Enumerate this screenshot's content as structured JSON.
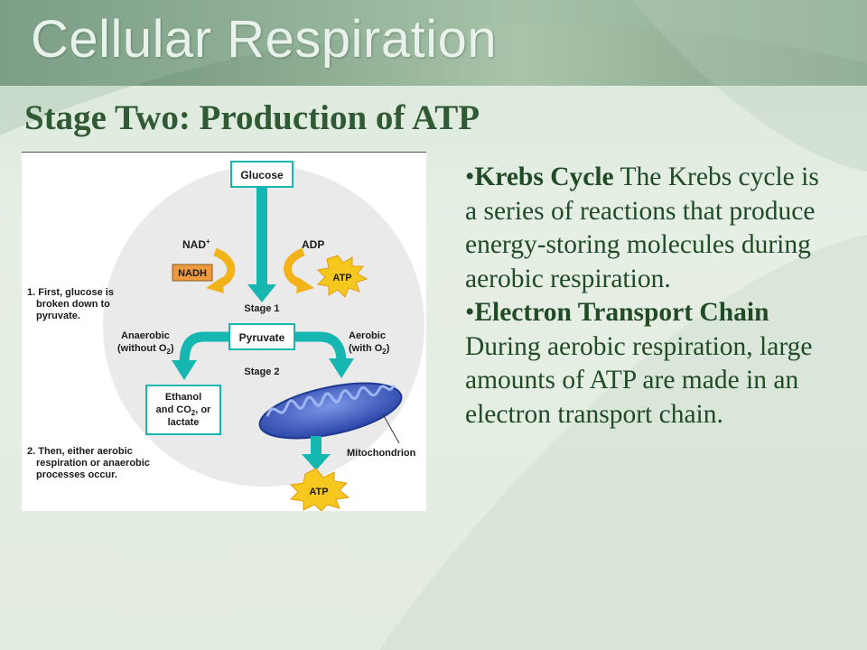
{
  "slide": {
    "title": "Cellular Respiration",
    "subtitle": "Stage Two: Production of ATP"
  },
  "diagram": {
    "glucose": "Glucose",
    "nad_plus": "NAD",
    "nad_sup": "+",
    "nadh": "NADH",
    "adp": "ADP",
    "atp_top": "ATP",
    "stage1": "Stage 1",
    "pyruvate": "Pyruvate",
    "stage2": "Stage 2",
    "step1": [
      "1. First, glucose is",
      "broken down to",
      "pyruvate."
    ],
    "anaerobic": "Anaerobic",
    "without_o2": "(without O",
    "with_o2": "(with O",
    "o2_sub": "2",
    "close_paren": ")",
    "aerobic": "Aerobic",
    "ethanol": "Ethanol",
    "and_co2": "and CO",
    "co2_sub": "2",
    "or": ", or",
    "lactate": "lactate",
    "mitochondrion": "Mitochondrion",
    "step2": [
      "2. Then, either aerobic",
      "respiration or anaerobic",
      "processes occur."
    ],
    "atp_bottom": "ATP"
  },
  "bullets": [
    {
      "marker": "•",
      "term": "Krebs Cycle",
      "text": " The Krebs cycle is a series of reactions that produce energy-storing molecules during aerobic respiration."
    },
    {
      "marker": "•",
      "term": "Electron Transport Chain",
      "text": " During aerobic respiration, large amounts of ATP are made in an electron transport chain."
    }
  ],
  "colors": {
    "title": "#e9f2ea",
    "subtitle": "#2f5a34",
    "body_text": "#214a27",
    "arrow_teal": "#16b7b1",
    "arrow_yellow": "#f2b21a",
    "nadh_box": "#f09a3e",
    "circle_bg": "#eaeaea",
    "mitochondrion": "#3e62c8"
  }
}
